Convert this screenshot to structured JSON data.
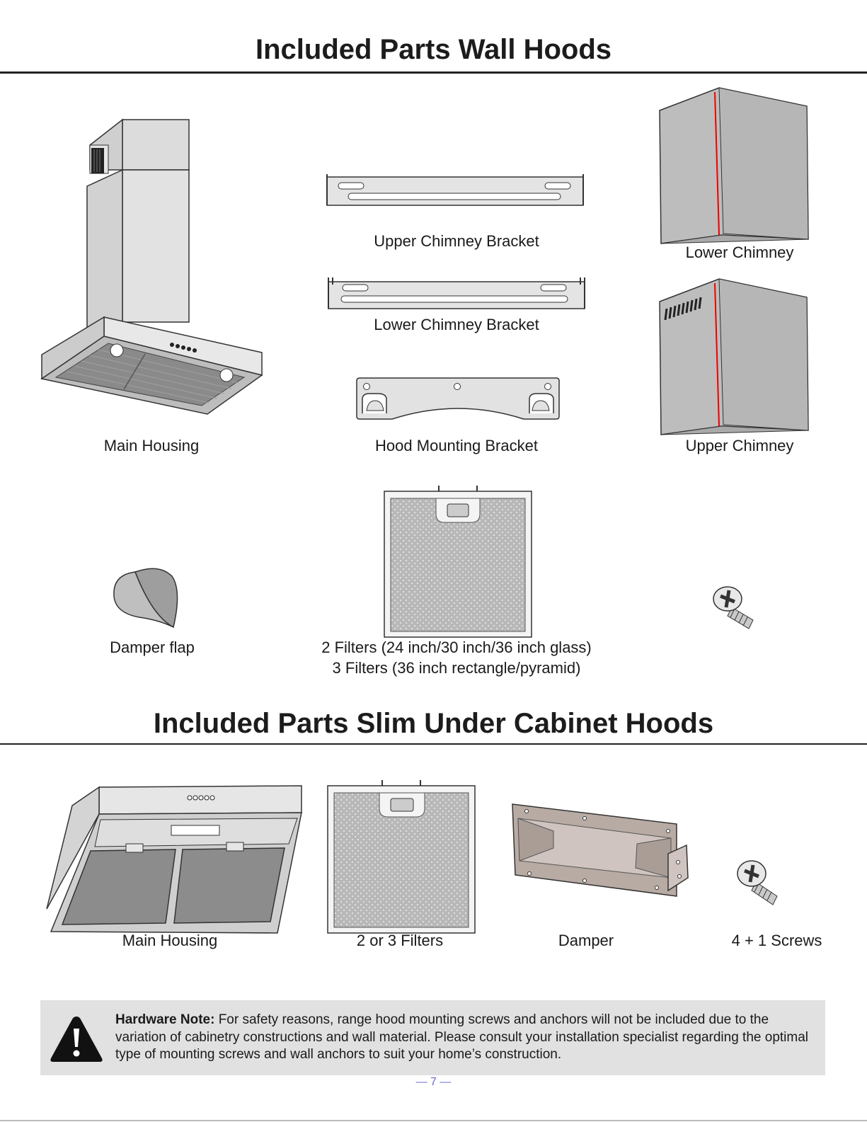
{
  "wall_section": {
    "title": "Included Parts Wall Hoods",
    "parts": {
      "main_housing": "Main Housing",
      "upper_chimney_bracket": "Upper Chimney Bracket",
      "lower_chimney_bracket": "Lower Chimney Bracket",
      "hood_mounting_bracket": "Hood Mounting Bracket",
      "lower_chimney": "Lower Chimney",
      "upper_chimney": "Upper Chimney",
      "damper_flap": "Damper flap",
      "filters_line1": "2 Filters (24 inch/30 inch/36 inch glass)",
      "filters_line2": "3 Filters (36 inch rectangle/pyramid)"
    }
  },
  "cabinet_section": {
    "title": "Included Parts Slim Under Cabinet Hoods",
    "parts": {
      "main_housing": "Main Housing",
      "filters": "2 or 3 Filters",
      "damper": "Damper",
      "screws": "4 + 1 Screws"
    }
  },
  "note": {
    "heading": "Hardware Note:",
    "body": "For safety reasons, range hood mounting screws and anchors will not be included due to the variation of cabinetry constructions and wall material. Please consult your installation specialist regarding the optimal type of mounting screws and wall anchors to suit your home’s construction."
  },
  "page_number": "— 7 —"
}
